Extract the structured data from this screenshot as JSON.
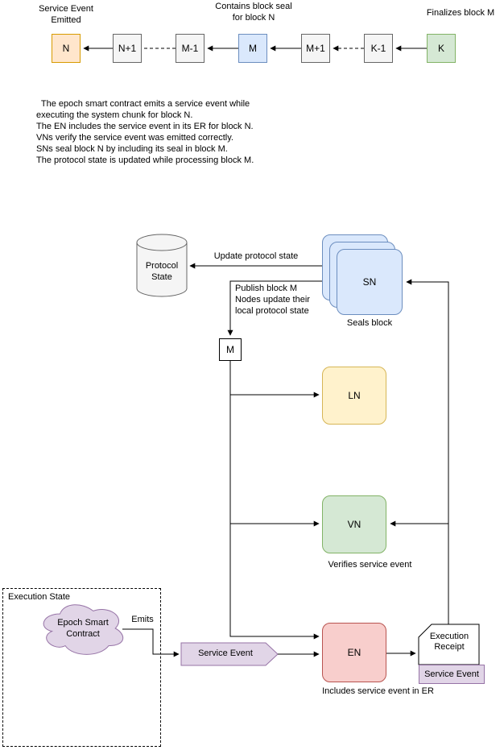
{
  "chain": {
    "annotations": {
      "service_event": "Service Event\nEmitted",
      "contains_seal": "Contains block seal\nfor block N",
      "finalizes": "Finalizes block M"
    },
    "blocks": [
      {
        "label": "N"
      },
      {
        "label": "N+1"
      },
      {
        "label": "M-1"
      },
      {
        "label": "M"
      },
      {
        "label": "M+1"
      },
      {
        "label": "K-1"
      },
      {
        "label": "K"
      }
    ]
  },
  "description": {
    "lines": [
      "  The epoch smart contract emits a service event while",
      "executing the system chunk for block N.",
      "The EN includes the service event in its ER for block N.",
      "VNs verify the service event was emitted correctly.",
      "SNs seal block N by including its seal in block M.",
      "The protocol state is updated while processing block M."
    ]
  },
  "flow": {
    "protocol_state": "Protocol\nState",
    "update_protocol_state": "Update protocol state",
    "publish_note": "Publish block M\nNodes update their\nlocal protocol state",
    "block_m": "M",
    "sn": "SN",
    "sn_caption": "Seals block",
    "ln": "LN",
    "vn": "VN",
    "vn_caption": "Verifies service event",
    "en": "EN",
    "en_caption": "Includes service event in ER",
    "execution_state": "Execution State",
    "cloud": "Epoch Smart\nContract",
    "emits": "Emits",
    "service_event": "Service Event",
    "execution_receipt": "Execution\nReceipt",
    "receipt_service_event": "Service Event"
  },
  "colors": {
    "line": "#000000",
    "gray-fill": "#f5f5f5",
    "gray-stroke": "#666666",
    "orange-fill": "#ffe6cc",
    "orange-stroke": "#d79b00",
    "blue-fill": "#dae8fc",
    "blue-stroke": "#6c8ebf",
    "green-fill": "#d5e8d4",
    "green-stroke": "#82b366",
    "yellow-fill": "#fff2cc",
    "yellow-stroke": "#d6b656",
    "red-fill": "#f8cecc",
    "red-stroke": "#b85450",
    "purple-fill": "#e1d5e7",
    "purple-stroke": "#9673a6"
  }
}
